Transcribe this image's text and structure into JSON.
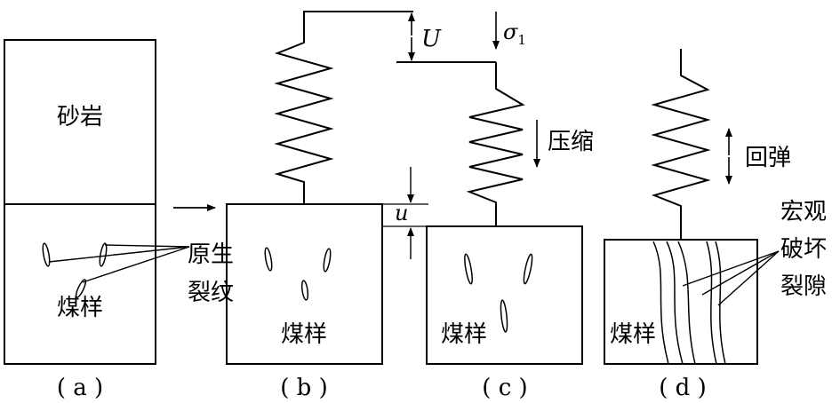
{
  "panels": {
    "a": {
      "caption": "( a )",
      "upper_label": "砂岩",
      "lower_label": "煤样",
      "crack_label_line1": "原生",
      "crack_label_line2": "裂纹"
    },
    "b": {
      "caption": "( b )",
      "sample_label": "煤样",
      "top_disp_symbol": "U",
      "bottom_disp_symbol": "u"
    },
    "c": {
      "caption": "( c )",
      "sample_label": "煤样",
      "stress_symbol": "σ",
      "stress_subscript": "1",
      "compress_label": "压缩"
    },
    "d": {
      "caption": "( d )",
      "sample_label": "煤样",
      "rebound_label": "回弹",
      "macro_label_line1": "宏观",
      "macro_label_line2": "破坏",
      "macro_label_line3": "裂隙"
    }
  }
}
